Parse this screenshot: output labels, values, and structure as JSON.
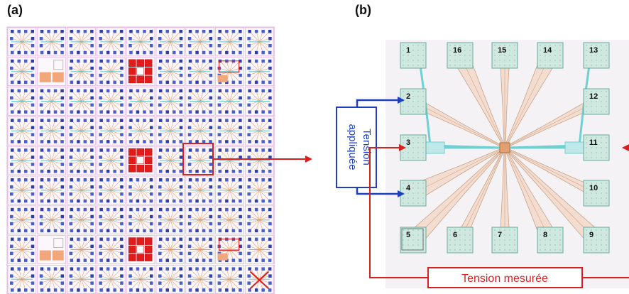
{
  "panels": {
    "a": {
      "label": "(a)"
    },
    "b": {
      "label": "(b)"
    }
  },
  "pad_numbers": [
    "1",
    "2",
    "3",
    "4",
    "5",
    "6",
    "7",
    "8",
    "9",
    "10",
    "11",
    "12",
    "13",
    "14",
    "15",
    "16"
  ],
  "annotations": {
    "applied_voltage_line1": "Tension",
    "applied_voltage_line2": "appliquée",
    "measured_voltage": "Tension mesurée"
  },
  "colors": {
    "blue_wire": "#1f3fbf",
    "red_wire": "#d92020",
    "pad_fill": "#cfe9e0",
    "pad_stroke": "#6aa99a",
    "lead_fill": "#f2ddd0",
    "lead_stroke": "#c9a288",
    "cyan_lead": "#6fd0d4",
    "grid_line": "#e3b7e0"
  }
}
